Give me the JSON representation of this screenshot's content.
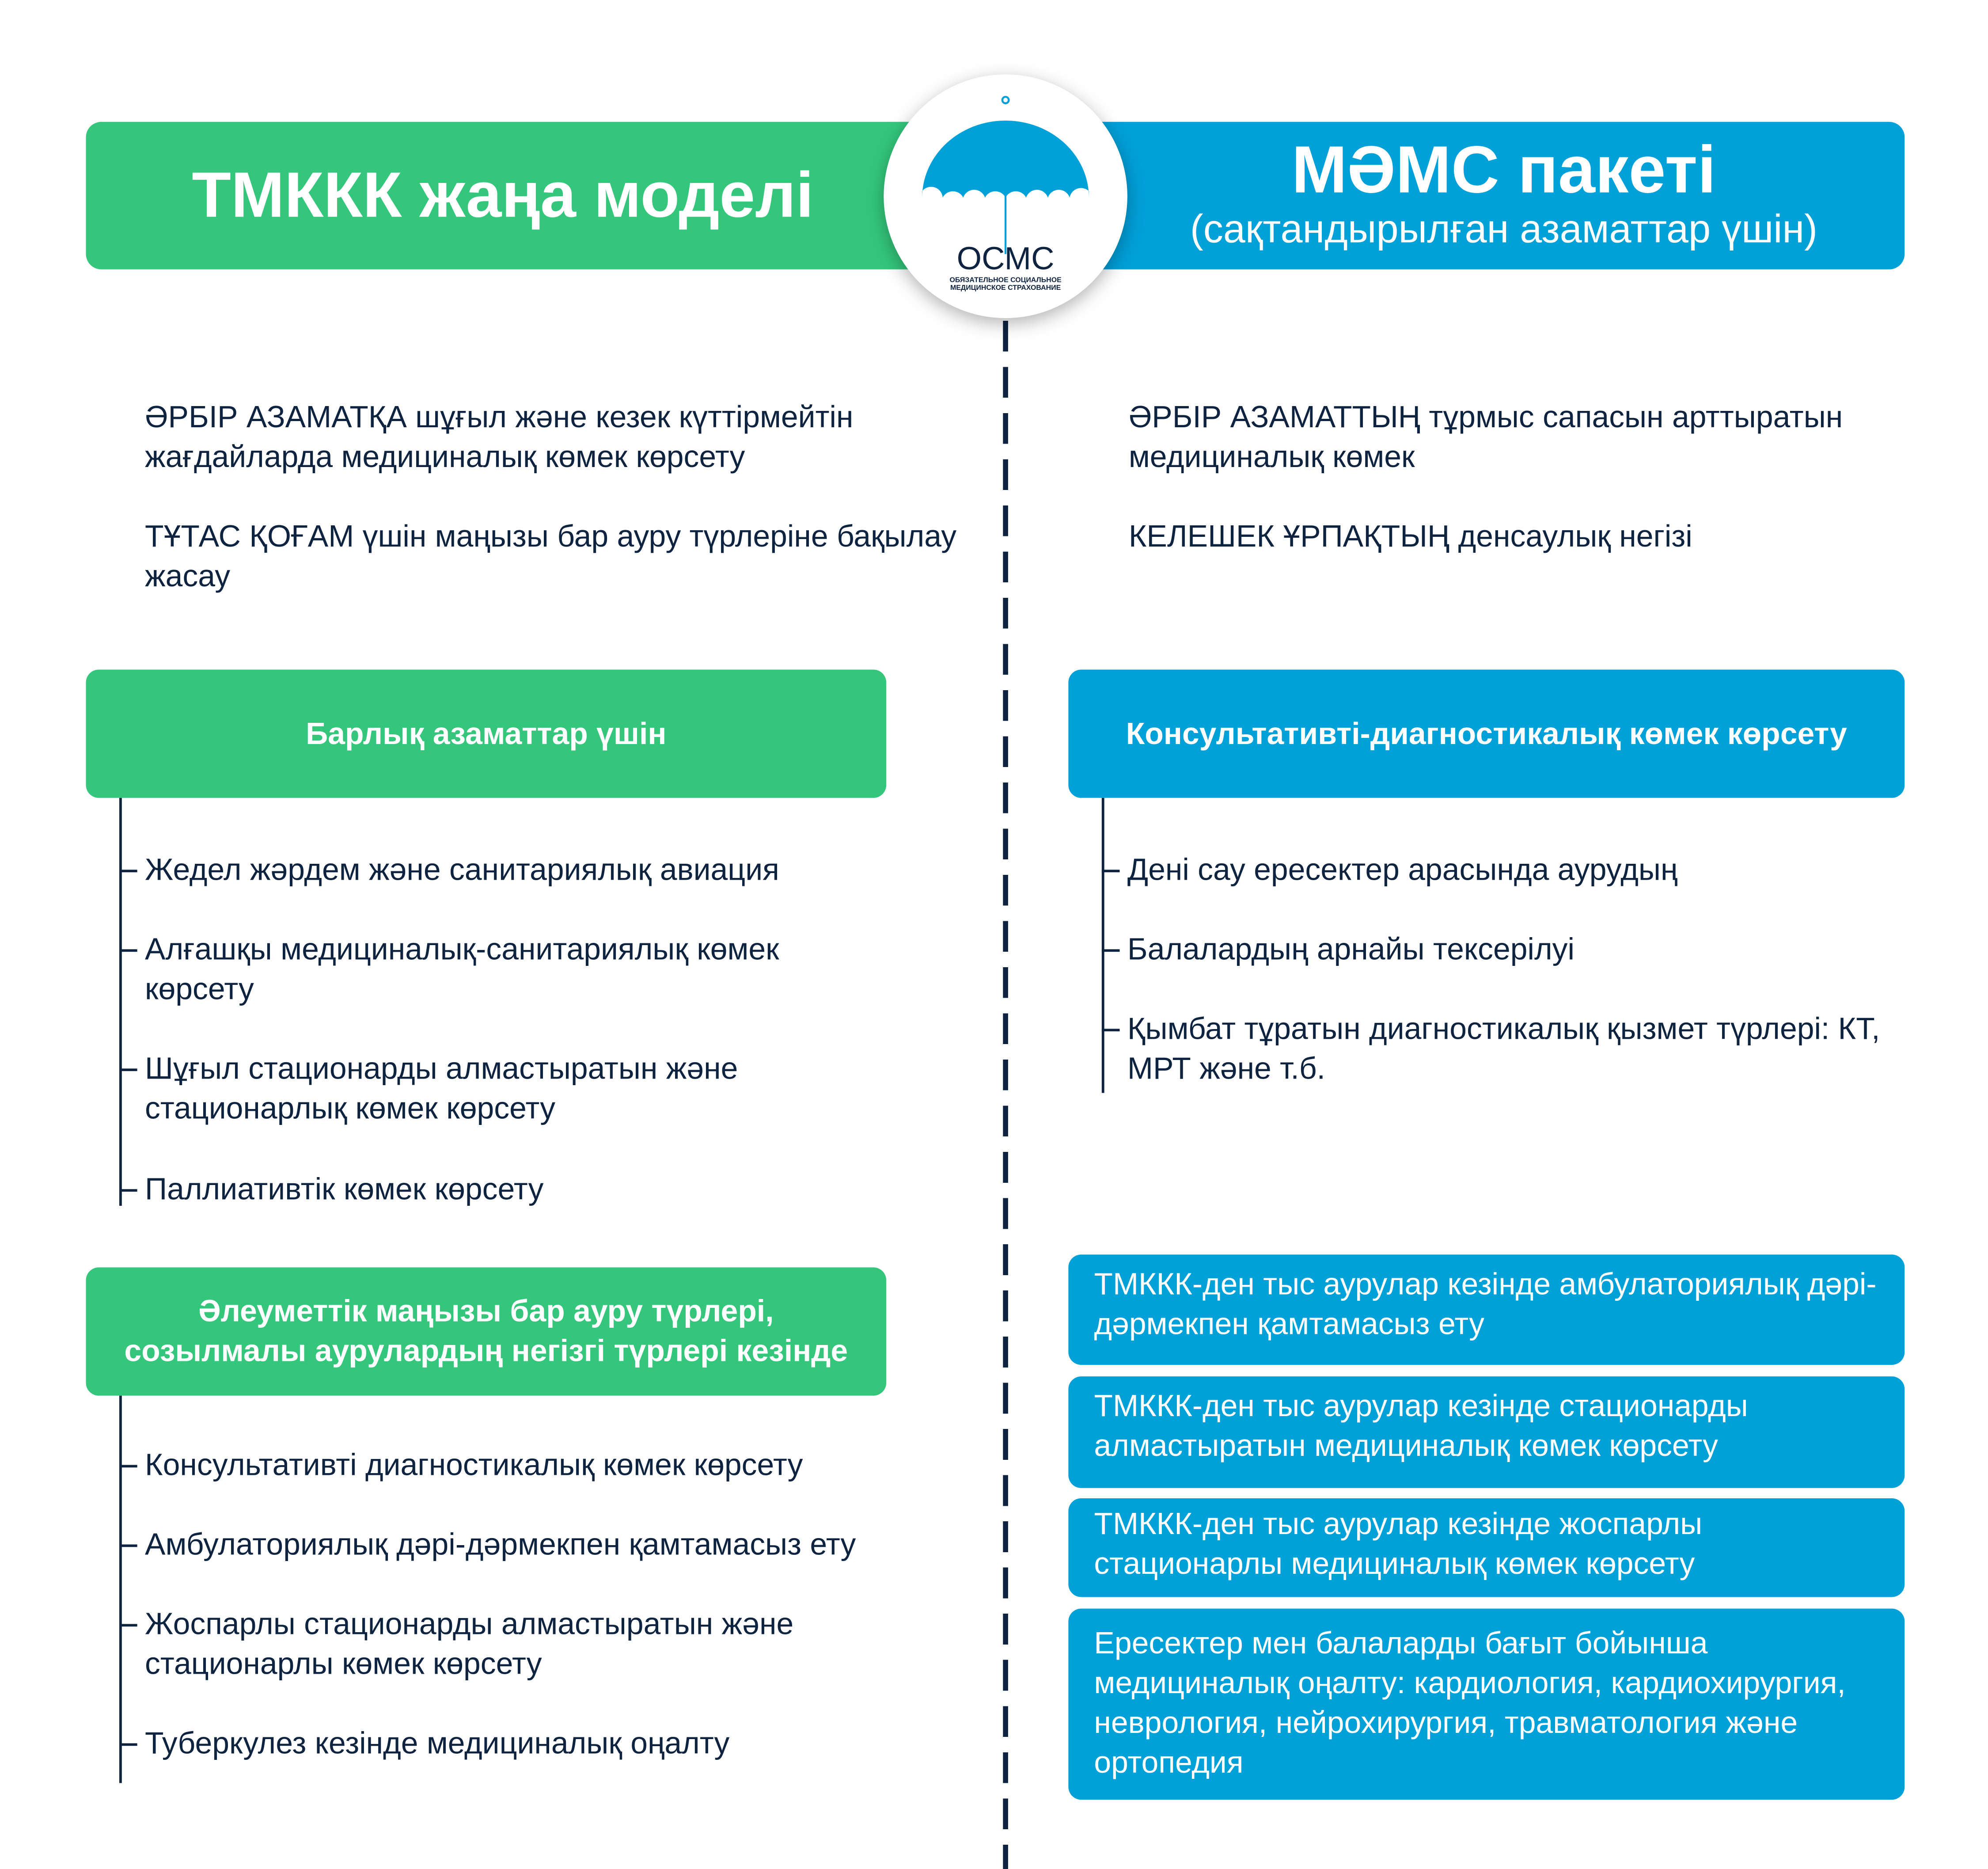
{
  "left_header": {
    "title": "ТМККК жаңа моделі"
  },
  "right_header": {
    "title": "МӘМС пакеті",
    "subtitle": "(сақтандырылған азаматтар үшін)"
  },
  "logo": {
    "abbr": "ОСМС",
    "line1": "ОБЯЗАТЕЛЬНОЕ СОЦИАЛЬНОЕ",
    "line2": "МЕДИЦИНСКОЕ СТРАХОВАНИЕ",
    "color": "#00a0d9"
  },
  "left_intro": [
    "ӘРБІР АЗАМАТҚА шұғыл және кезек күттірмейтін жағдайларда медициналық көмек көрсету",
    "ТҰТАС ҚОҒАМ үшін маңызы бар ауру түрлеріне бақылау жасау"
  ],
  "right_intro": [
    "ӘРБІР АЗАМАТТЫҢ тұрмыс сапасын арттыратын медициналық көмек",
    "КЕЛЕШЕК ҰРПАҚТЫҢ денсаулық негізі"
  ],
  "left_group1": {
    "title": "Барлық азаматтар үшін",
    "items": [
      "Жедел жәрдем және санитариялық авиация",
      "Алғашқы медициналық-санитариялық көмек көрсету",
      "Шұғыл стационарды алмастыратын және стационарлық көмек көрсету",
      "Паллиативтік көмек көрсету"
    ]
  },
  "left_group2": {
    "title": "Әлеуметтік маңызы бар ауру түрлері, созылмалы аурулардың негізгі түрлері кезінде",
    "items": [
      "Консультативті диагностикалық көмек көрсету",
      "Амбулаториялық дәрі-дәрмекпен қамтамасыз ету",
      "Жоспарлы стационарды алмастыратын және стационарлы көмек көрсету",
      "Туберкулез кезінде медициналық оңалту"
    ]
  },
  "right_group1": {
    "title": "Консультативті-диагностикалық көмек көрсету",
    "items": [
      "Дені сау ересектер арасында аурудың",
      "Балалардың арнайы тексерілуі",
      "Қымбат тұратын диагностикалық қызмет түрлері: КТ, МРТ және т.б."
    ]
  },
  "right_boxes": [
    "ТМККК-ден тыс аурулар кезінде амбулаториялық дәрі-дәрмекпен қамтамасыз ету",
    "ТМККК-ден тыс аурулар кезінде стационарды алмастыратын медициналық көмек көрсету",
    "ТМККК-ден тыс аурулар кезінде жоспарлы стационарлы медициналық көмек көрсету",
    "Ересектер мен балаларды бағыт бойынша медициналық оңалту: кардиология, кардиохирургия, неврология, нейрохирургия, травматология және ортопедия"
  ],
  "colors": {
    "green": "#34c77b",
    "blue": "#00a0d9",
    "navy": "#0d2340"
  }
}
